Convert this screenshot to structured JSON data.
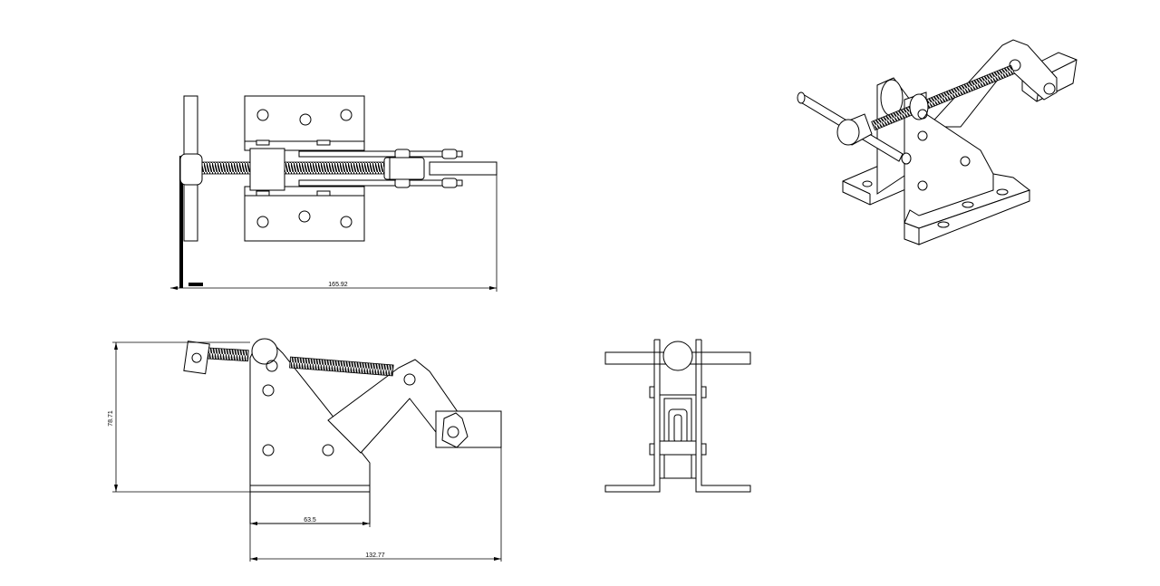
{
  "drawing": {
    "dimensions": {
      "top_overall_length": "165.92",
      "side_height": "78.71",
      "base_length": "63.5",
      "overall_length": "132.77"
    }
  }
}
